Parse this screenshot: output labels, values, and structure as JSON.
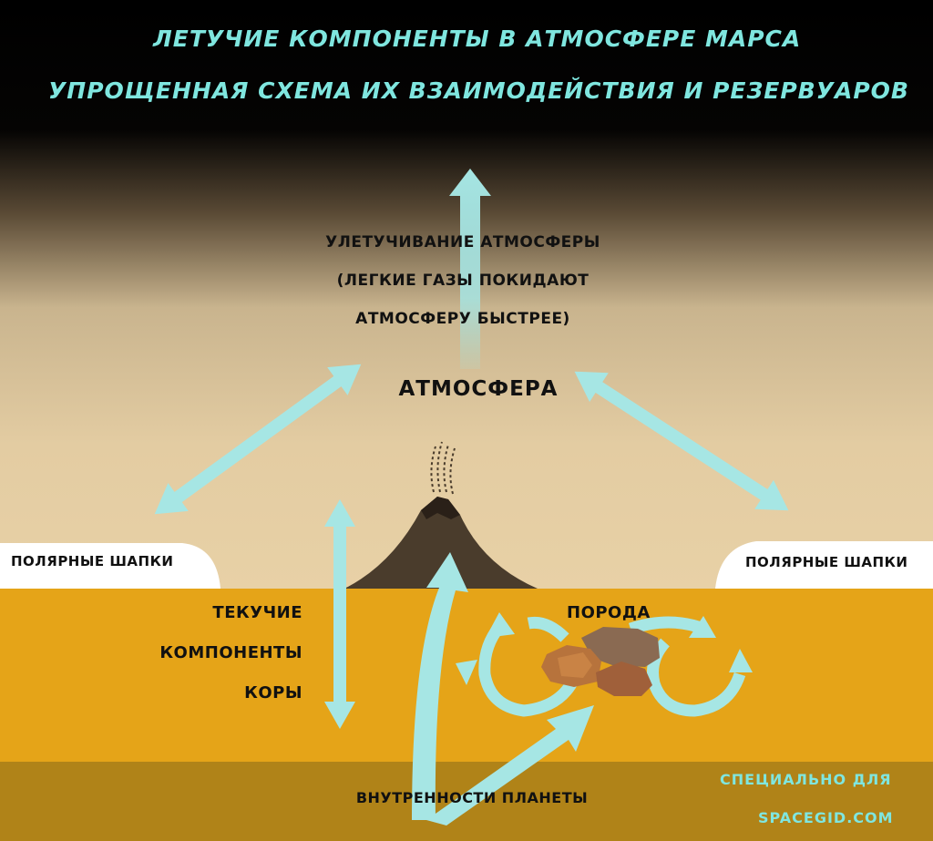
{
  "header": {
    "title": "ЛЕТУЧИЕ КОМПОНЕНТЫ В АТМОСФЕРЕ МАРСА",
    "subtitle": "УПРОЩЕННАЯ СХЕМА ИХ ВЗАИМОДЕЙСТВИЯ И РЕЗЕРВУАРОВ"
  },
  "escape": {
    "line1": "УЛЕТУЧИВАНИЕ АТМОСФЕРЫ",
    "line2": "(ЛЕГКИЕ ГАЗЫ  ПОКИДАЮТ",
    "line3": "АТМОСФЕРУ БЫСТРЕЕ)"
  },
  "atmosphere": "АТМОСФЕРА",
  "polar_left": "ПОЛЯРНЫЕ ШАПКИ",
  "polar_right": "ПОЛЯРНЫЕ ШАПКИ",
  "crust": {
    "line1": "ТЕКУЧИЕ",
    "line2": "КОМПОНЕНТЫ",
    "line3": "КОРЫ"
  },
  "rock": "ПОРОДА",
  "interior": "ВНУТРЕННОСТИ ПЛАНЕТЫ",
  "watermark": {
    "line1": "СПЕЦИАЛЬНО ДЛЯ",
    "line2": "SPACEGID.COM"
  },
  "colors": {
    "arrow": "#a6e6e4",
    "title": "#7fe6df",
    "crust": "#e5a418",
    "interior": "#b08318",
    "sky_low": "#e3cca2",
    "volcano": "#4a3c2c",
    "rock": "#a06a3c"
  },
  "icons": [
    "volcano-icon",
    "rock-icon",
    "polar-cap-icon"
  ]
}
